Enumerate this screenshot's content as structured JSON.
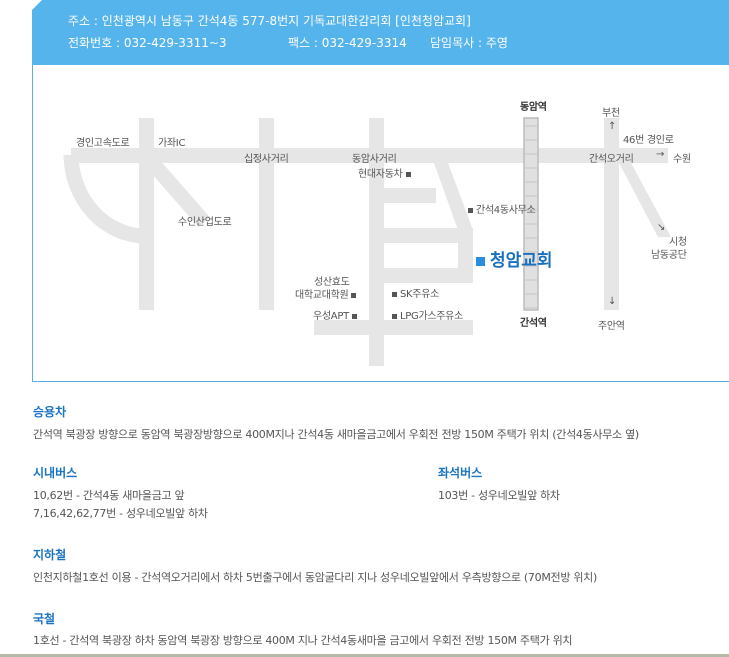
{
  "header": {
    "address": "주소 : 인천광역시 남동구 간석4동 577-8번지 기독교대한감리회 [인천청암교회]",
    "phone": "전화번호 : 032-429-3311~3",
    "fax": "팩스 : 032-429-3314",
    "pastor": "담임목사 : 주영"
  },
  "map": {
    "labels": {
      "gyeongin_expressway": "경인고속도로",
      "gajwa_ic": "가좌IC",
      "sipjeong": "십정사거리",
      "dongam_intersection": "동암사거리",
      "hyundai": "현대자동차",
      "suin": "수인산업도로",
      "seongsan1": "성산효도",
      "seongsan2": "대학교대학원",
      "wooseong": "우성APT",
      "sk": "SK주유소",
      "lpg": "LPG가스주유소",
      "office": "간석4동사무소",
      "church": "청암교회",
      "dongam_station": "동암역",
      "ganseok_station": "간석역",
      "bucheon": "부천",
      "route46": "46번 경인로",
      "ganseok5": "간석오거리",
      "suwon": "수원",
      "cityhall": "시청",
      "namdong": "남동공단",
      "juan": "주안역"
    },
    "arrows": {
      "up": "↑",
      "right": "→",
      "diag": "↘",
      "down": "↓"
    },
    "accent": "#1a6fbf"
  },
  "sections": {
    "car": {
      "title": "승용차",
      "lines": [
        "간석역 북광장 방향으로 동암역 북광장방향으로 400M지나 간석4동 새마을금고에서 우회전 전방 150M 주택가 위치 (간석4동사무소 옆)"
      ]
    },
    "citybus": {
      "title": "시내버스",
      "lines": [
        "10,62번 - 간석4동 새마을금고 앞",
        "7,16,42,62,77번 - 성우네오빌앞 하차"
      ]
    },
    "seatbus": {
      "title": "좌석버스",
      "lines": [
        "103번 - 성우네오빌앞 하차"
      ]
    },
    "subway": {
      "title": "지하철",
      "lines": [
        "인천지하철1호선 이용 - 간석역오거리에서 하차 5번출구에서 동암굴다리 지나 성우네오빌앞에서 우측방향으로  (70M전방 위치)"
      ]
    },
    "rail": {
      "title": "국철",
      "lines": [
        "1호선 - 간석역 북광장 하차 동암역 북광장 방향으로 400M 지나 간석4동새마을 금고에서 우회전 전방 150M 주택가 위치"
      ]
    }
  }
}
